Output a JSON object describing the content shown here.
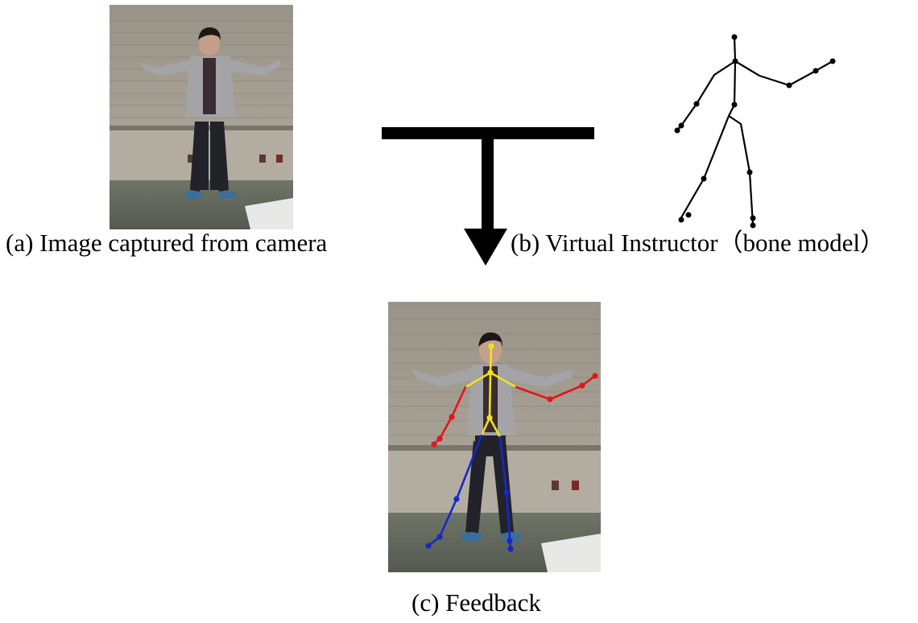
{
  "captions": {
    "camera": "(a) Image captured from camera",
    "instructor": "(b) Virtual Instructor（bone model）",
    "feedback": "(c) Feedback"
  },
  "colors": {
    "bone_model": "#000000",
    "feedback_torso": "#f2e21c",
    "feedback_arms": "#e3151a",
    "feedback_legs": "#1628c8",
    "arrow": "#000000"
  }
}
